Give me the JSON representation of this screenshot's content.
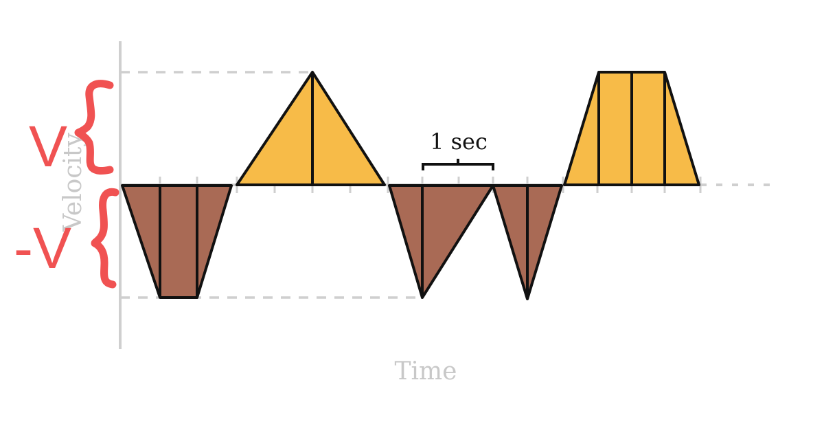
{
  "axes": {
    "x_label": "Time",
    "y_label": "Velocity"
  },
  "scale_bar": {
    "label": "1 sec"
  },
  "annotations": {
    "positive": "V",
    "negative": "-V"
  },
  "colors": {
    "positive_fill": "#f7bb48",
    "negative_fill": "#a96a55",
    "outline": "#111111",
    "axis": "#cfcfcf",
    "annotation": "#f05252"
  }
}
